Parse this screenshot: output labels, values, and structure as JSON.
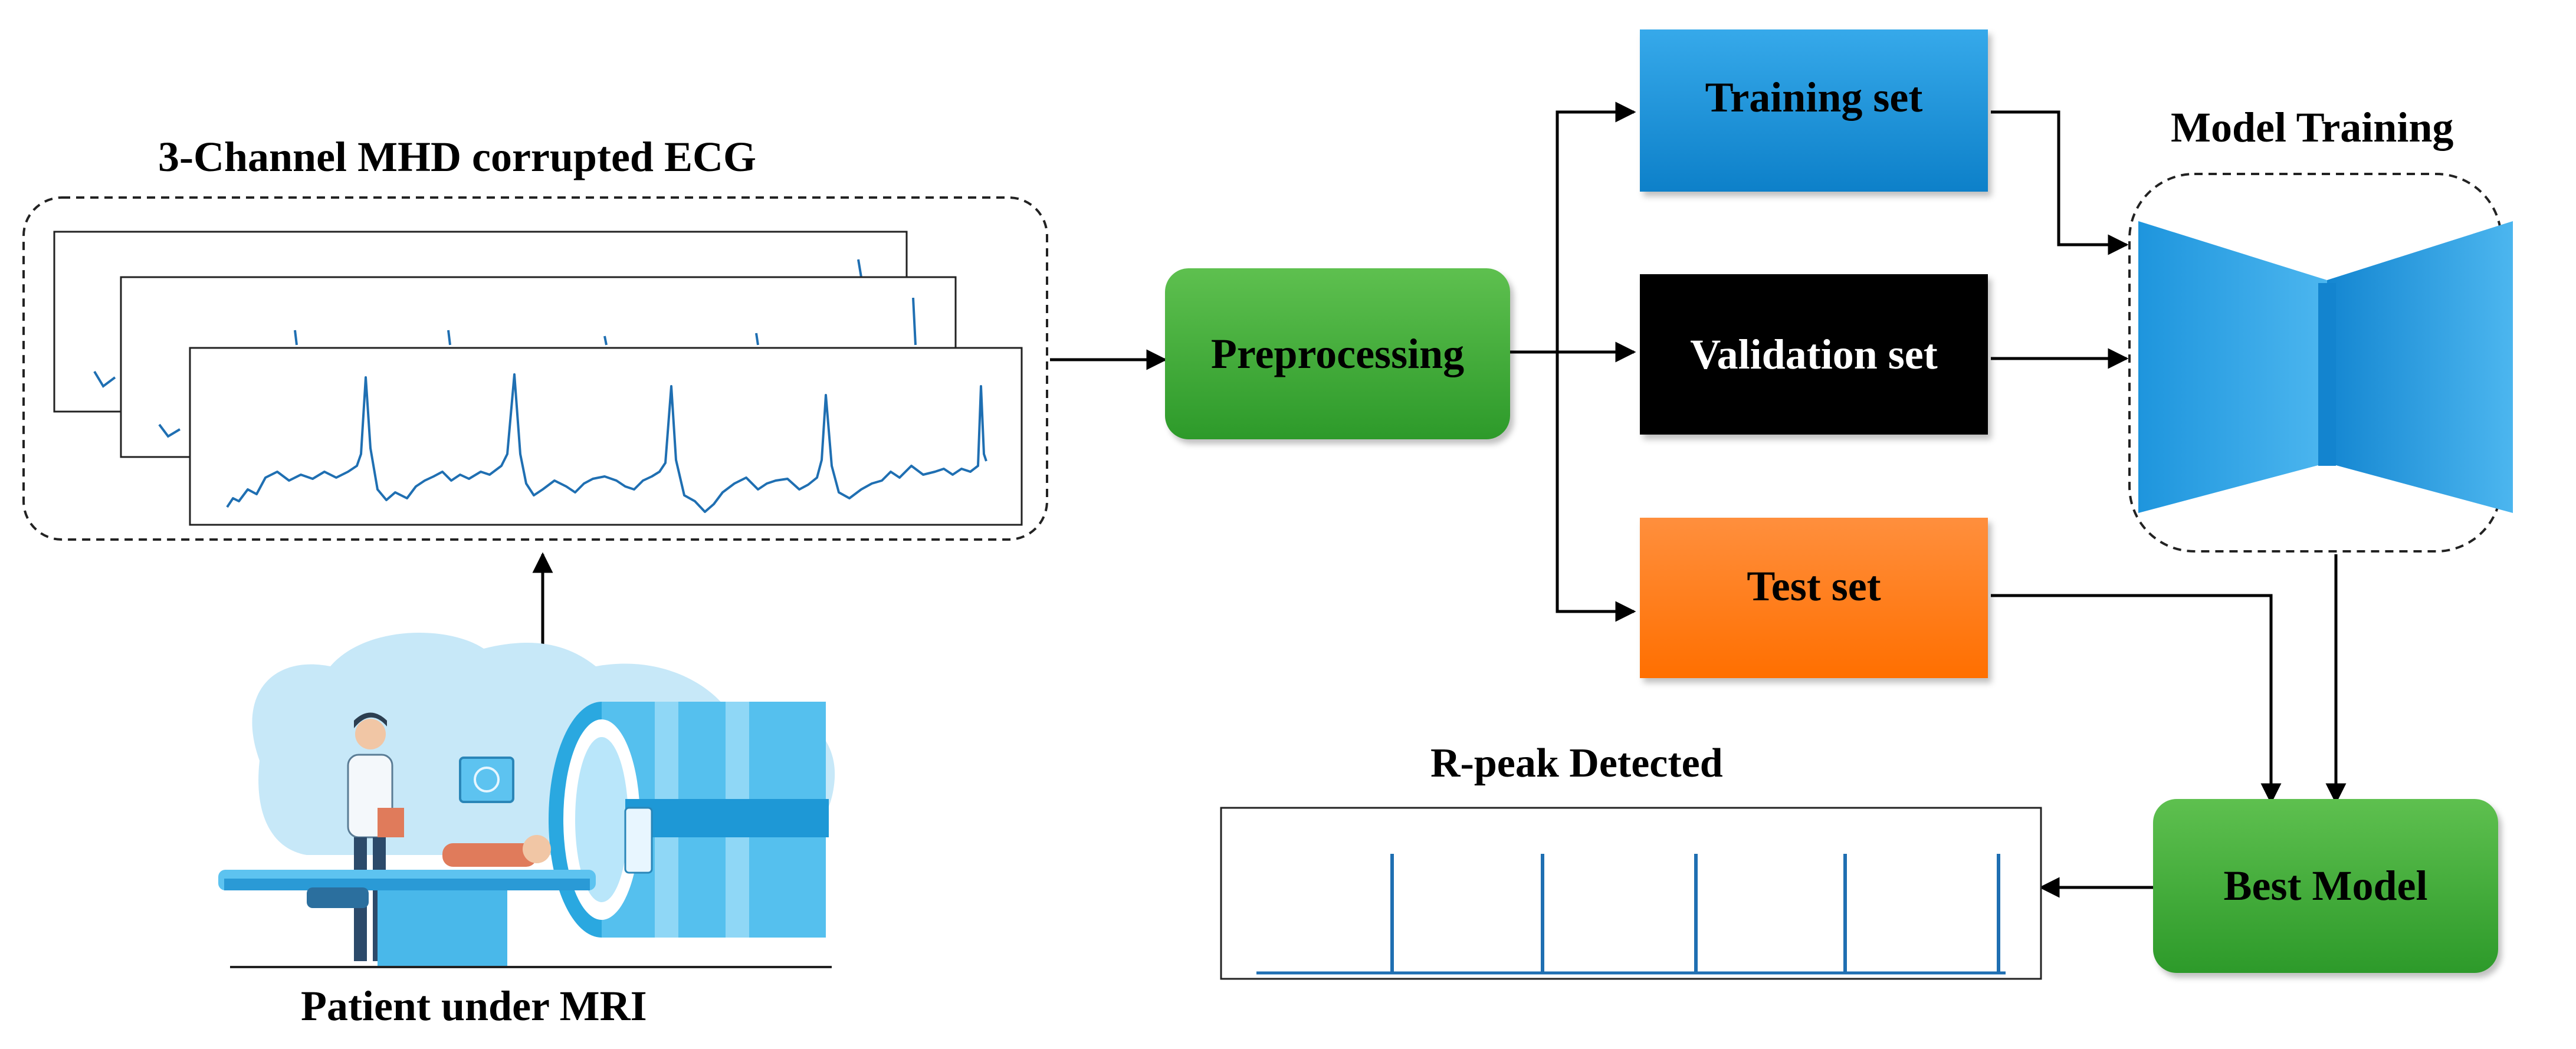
{
  "titles": {
    "ecg_title": "3-Channel MHD corrupted ECG",
    "patient_label": "Patient under MRI",
    "model_training": "Model Training",
    "r_peak": "R-peak Detected"
  },
  "boxes": {
    "preprocessing": "Preprocessing",
    "training_set": "Training set",
    "validation_set": "Validation set",
    "test_set": "Test set",
    "best_model": "Best Model"
  },
  "colors": {
    "green": "#3aa334",
    "blue": "#1a8fd8",
    "black": "#000000",
    "orange": "#ff7a1a",
    "ecg_line": "#1f6fb2",
    "mri_blue": "#2aa8e0"
  },
  "icons": [
    "mri-scanner-illustration",
    "doctor-figure",
    "patient-figure",
    "encoder-decoder-model-icon"
  ]
}
